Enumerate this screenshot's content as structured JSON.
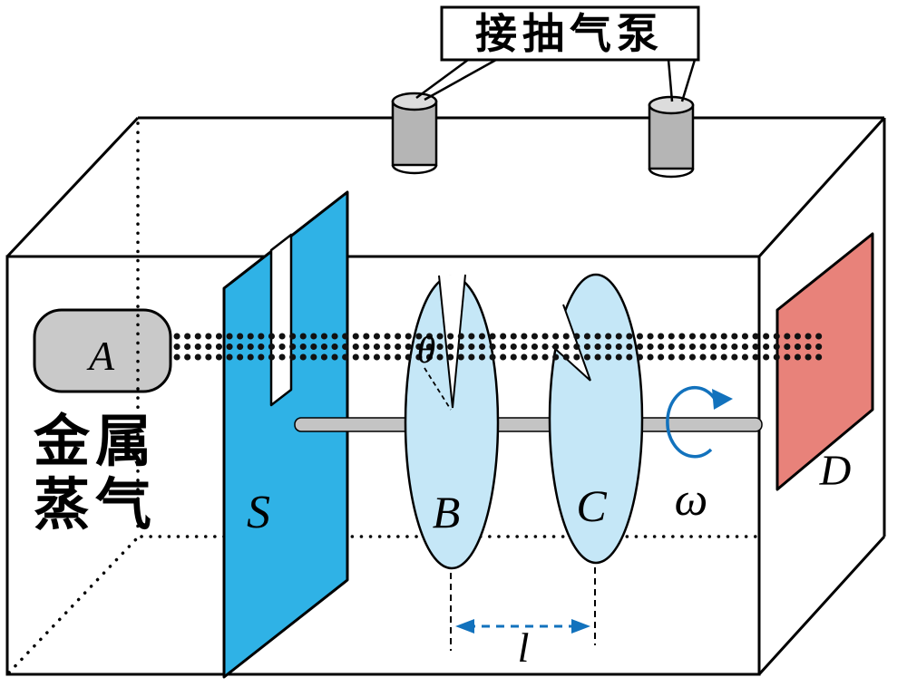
{
  "diagram": {
    "pump_callout_label": "接抽气泵",
    "source": {
      "label": "A",
      "caption_line1": "金属",
      "caption_line2": "蒸气"
    },
    "slit_plate_label": "S",
    "disk_b_label": "B",
    "disk_c_label": "C",
    "detector_label": "D",
    "theta_label": "θ",
    "omega_label": "ω",
    "length_label": "l",
    "colors": {
      "plate_blue": "#2fb2e6",
      "disk_blue": "#c5e7f7",
      "detector_red": "#e8827a",
      "source_gray": "#c9c9c9",
      "cylinder_gray": "#b5b5b5",
      "cylinder_top_gray": "#dcdcdc",
      "rod_gray": "#c4c4c4",
      "arrow_blue": "#1272bd",
      "outline_black": "#000000"
    }
  }
}
